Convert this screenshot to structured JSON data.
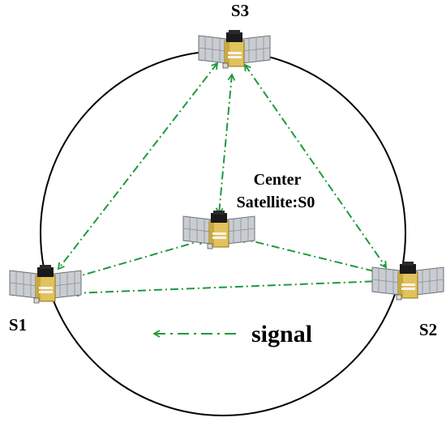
{
  "labels": {
    "s1": "S1",
    "s2": "S2",
    "s3": "S3",
    "center_line1": "Center",
    "center_line2": "Satellite:S0"
  },
  "legend": {
    "label": "signal"
  },
  "colors": {
    "signal": "#1e9b3a",
    "orbit": "#000000",
    "solar_panel": "#c9ccd1",
    "body": "#e2c25a",
    "module": "#1a1a1a"
  }
}
